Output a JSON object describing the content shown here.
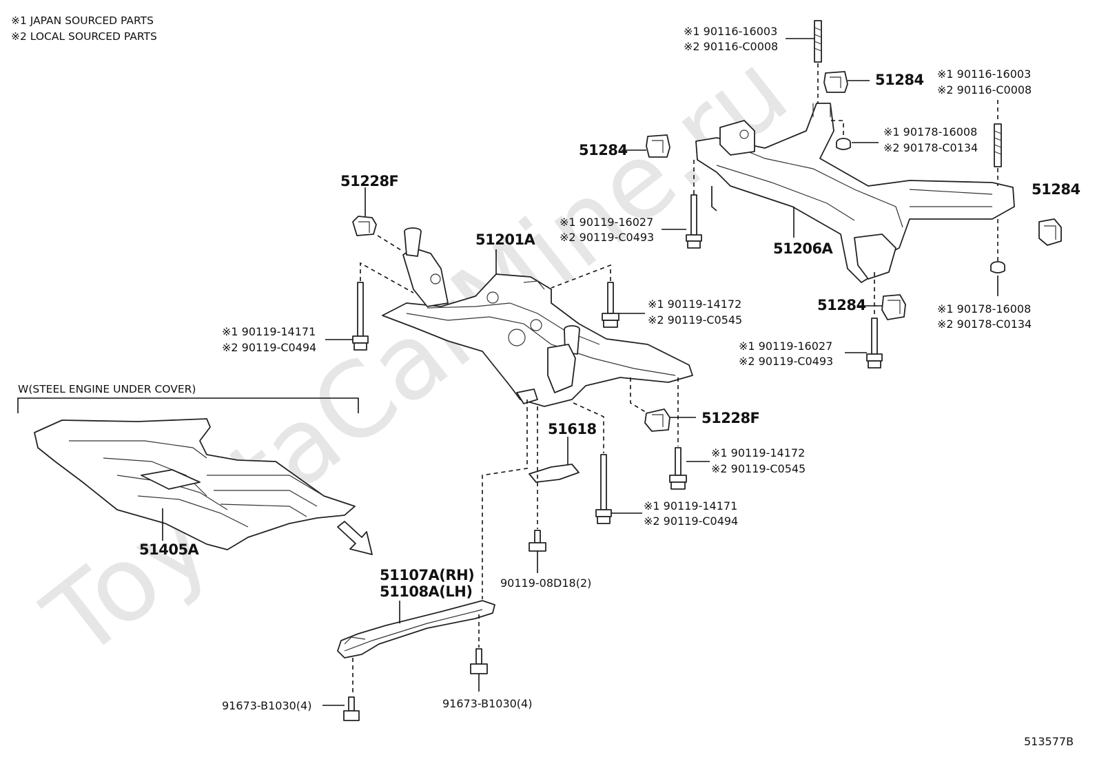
{
  "legend": {
    "line1": "※1 JAPAN SOURCED PARTS",
    "line2": "※2 LOCAL SOURCED PARTS"
  },
  "watermark": "ToyotaCarMine.ru",
  "diagram_id": "513577B",
  "group_title": "W(STEEL ENGINE UNDER COVER)",
  "main_parts": {
    "front_crossmember": "51201A",
    "rear_crossmember": "51206A",
    "under_cover": "51405A",
    "brace_rh": "51107A(RH)",
    "brace_lh": "51108A(LH)",
    "stopper_front_top": "51228F",
    "stopper_front_right": "51228F",
    "stopper_rear_top": "51284",
    "stopper_rear_left": "51284",
    "stopper_rear_right": "51284",
    "stopper_rear_bottom": "51284",
    "plate": "51618"
  },
  "fasteners": {
    "rear_top_stud": {
      "j": "※1 90116-16003",
      "l": "※2 90116-C0008"
    },
    "rear_right_stud": {
      "j": "※1 90116-16003",
      "l": "※2 90116-C0008"
    },
    "rear_upper_washer": {
      "j": "※1 90178-16008",
      "l": "※2 90178-C0134"
    },
    "rear_left_bolt": {
      "j": "※1 90119-16027",
      "l": "※2 90119-C0493"
    },
    "rear_lower_washer": {
      "j": "※1 90178-16008",
      "l": "※2 90178-C0134"
    },
    "rear_bottom_bolt": {
      "j": "※1 90119-16027",
      "l": "※2 90119-C0493"
    },
    "front_mid_bolt": {
      "j": "※1 90119-14172",
      "l": "※2 90119-C0545"
    },
    "front_left_bolt": {
      "j": "※1 90119-14171",
      "l": "※2 90119-C0494"
    },
    "front_right_bolt": {
      "j": "※1 90119-14172",
      "l": "※2 90119-C0545"
    },
    "front_lower_bolt": {
      "j": "※1 90119-14171",
      "l": "※2 90119-C0494"
    },
    "cover_bolt": "90119-08D18(2)",
    "brace_bolt_left": "91673-B1030(4)",
    "brace_bolt_right": "91673-B1030(4)"
  }
}
